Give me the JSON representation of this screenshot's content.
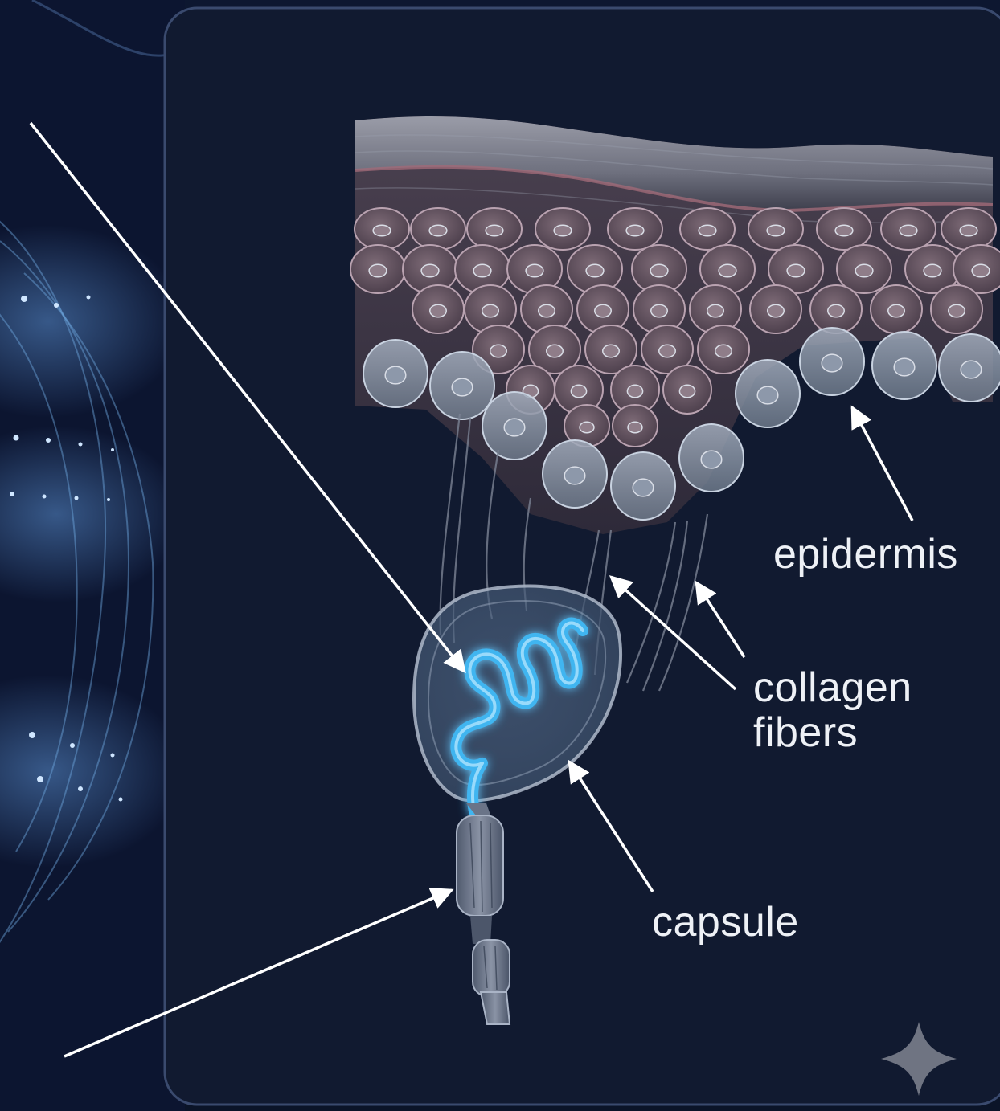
{
  "labels": {
    "epidermis": "epidermis",
    "collagen": {
      "line1": "collagen",
      "line2": "fibers"
    },
    "capsule": "capsule"
  },
  "colors": {
    "background": "#0b1326",
    "panel": "#111a30",
    "panel_border": "#3a4a6e",
    "skin_surface": "#7c7f8c",
    "cell_fill": "#5d4f5c",
    "basal_cell_fill": "#8a95a6",
    "nerve_coil": "#3fb5f0",
    "arrow": "#ffffff",
    "text": "#eef1f6"
  },
  "icons": [
    "sparkle-icon"
  ]
}
